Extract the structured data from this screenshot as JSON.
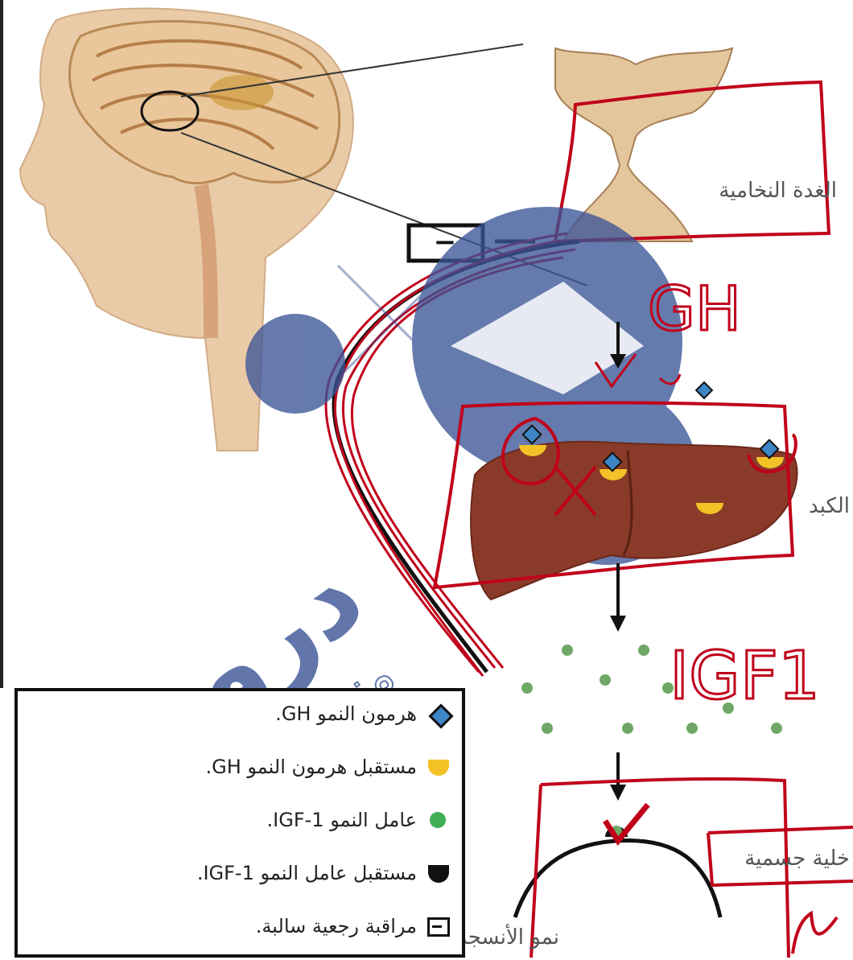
{
  "labels": {
    "pituitary": "الغدة النخامية",
    "liver": "الكبد",
    "body_cell": "خلية جسمية",
    "tissue_growth": "نمو الأنسجة والأعضاء"
  },
  "legend": [
    {
      "symbol": "gh-diamond",
      "text": "هرمون النمو GH."
    },
    {
      "symbol": "gh-receptor",
      "text": "مستقبل هرمون النمو GH."
    },
    {
      "symbol": "igf-dot",
      "text": "عامل النمو IGF-1."
    },
    {
      "symbol": "igf-receptor",
      "text": "مستقبل عامل النمو IGF-1."
    },
    {
      "symbol": "neg-feedback-box",
      "text": "مراقبة رجعية سالبة."
    }
  ],
  "handwriting": {
    "gh": "GH",
    "igf": "IGF1"
  },
  "feedback_symbol": "−",
  "watermark": {
    "main": "دروس",
    "sub": "منصة التعليم الأ"
  },
  "colors": {
    "annotation_red": "#c0001a",
    "igf_green": "#6fa866",
    "receptor_yellow": "#f2c227",
    "gh_blue": "#3d87c7",
    "watermark": "#3b5597",
    "liver": "#8a3a28"
  }
}
